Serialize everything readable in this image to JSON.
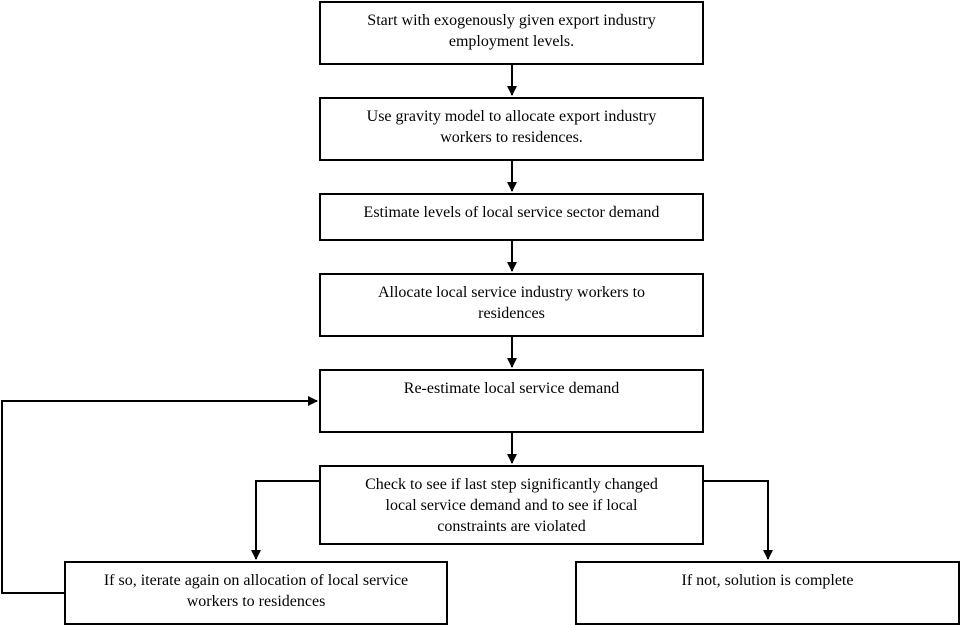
{
  "diagram": {
    "nodes": [
      {
        "id": "b1",
        "text": "Start with exogenously given export industry\nemployment levels."
      },
      {
        "id": "b2",
        "text": "Use gravity model to allocate export industry\nworkers to residences."
      },
      {
        "id": "b3",
        "text": "Estimate levels of local service sector demand"
      },
      {
        "id": "b4",
        "text": "Allocate local service industry workers to\nresidences"
      },
      {
        "id": "b5",
        "text": "Re-estimate local service demand"
      },
      {
        "id": "b6",
        "text": "Check to see if last step significantly changed\nlocal service demand and to see if local\nconstraints are violated"
      },
      {
        "id": "b7",
        "text": "If so, iterate again on allocation of local service\nworkers to residences"
      },
      {
        "id": "b8",
        "text": "If not, solution is complete"
      }
    ],
    "edges": [
      {
        "from": "b1",
        "to": "b2"
      },
      {
        "from": "b2",
        "to": "b3"
      },
      {
        "from": "b3",
        "to": "b4"
      },
      {
        "from": "b4",
        "to": "b5"
      },
      {
        "from": "b5",
        "to": "b6"
      },
      {
        "from": "b6",
        "to": "b7"
      },
      {
        "from": "b6",
        "to": "b8"
      },
      {
        "from": "b7",
        "to": "b5"
      }
    ]
  }
}
